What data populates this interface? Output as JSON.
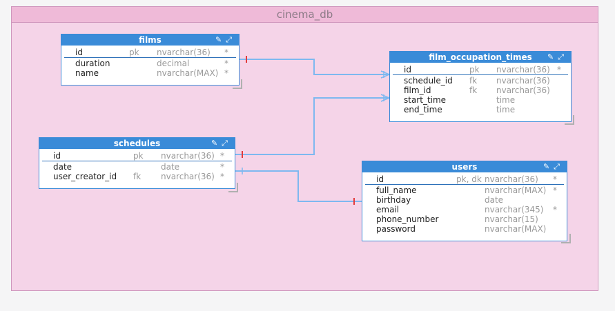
{
  "database": {
    "name": "cinema_db"
  },
  "header_icons": "✎⤢",
  "tables": {
    "films": {
      "name": "films",
      "columns": [
        {
          "name": "id",
          "key": "pk",
          "type": "nvarchar(36)",
          "nullable": "*"
        },
        {
          "name": "duration",
          "key": "",
          "type": "decimal",
          "nullable": "*"
        },
        {
          "name": "name",
          "key": "",
          "type": "nvarchar(MAX)",
          "nullable": "*"
        }
      ]
    },
    "film_occupation_times": {
      "name": "film_occupation_times",
      "columns": [
        {
          "name": "id",
          "key": "pk",
          "type": "nvarchar(36)",
          "nullable": "*"
        },
        {
          "name": "schedule_id",
          "key": "fk",
          "type": "nvarchar(36)",
          "nullable": ""
        },
        {
          "name": "film_id",
          "key": "fk",
          "type": "nvarchar(36)",
          "nullable": ""
        },
        {
          "name": "start_time",
          "key": "",
          "type": "time",
          "nullable": ""
        },
        {
          "name": "end_time",
          "key": "",
          "type": "time",
          "nullable": ""
        }
      ]
    },
    "schedules": {
      "name": "schedules",
      "columns": [
        {
          "name": "id",
          "key": "pk",
          "type": "nvarchar(36)",
          "nullable": "*"
        },
        {
          "name": "date",
          "key": "",
          "type": "date",
          "nullable": "*"
        },
        {
          "name": "user_creator_id",
          "key": "fk",
          "type": "nvarchar(36)",
          "nullable": "*"
        }
      ]
    },
    "users": {
      "name": "users",
      "columns": [
        {
          "name": "id",
          "key": "pk, dk",
          "type": "nvarchar(36)",
          "nullable": "*"
        },
        {
          "name": "full_name",
          "key": "",
          "type": "nvarchar(MAX)",
          "nullable": "*"
        },
        {
          "name": "birthday",
          "key": "",
          "type": "date",
          "nullable": ""
        },
        {
          "name": "email",
          "key": "",
          "type": "nvarchar(345)",
          "nullable": "*"
        },
        {
          "name": "phone_number",
          "key": "",
          "type": "nvarchar(15)",
          "nullable": ""
        },
        {
          "name": "password",
          "key": "",
          "type": "nvarchar(MAX)",
          "nullable": ""
        }
      ]
    }
  },
  "relationships": [
    {
      "from": "films.id",
      "to": "film_occupation_times.film_id",
      "type": "one-to-many"
    },
    {
      "from": "schedules.id",
      "to": "film_occupation_times.schedule_id",
      "type": "one-to-many"
    },
    {
      "from": "schedules.user_creator_id",
      "to": "users.id",
      "type": "many-to-one"
    }
  ],
  "colors": {
    "db_background": "#f5d4e8",
    "db_header": "#efbad8",
    "table_header": "#3a8bd8",
    "link": "#7db8f0",
    "one_marker": "#e23b3b"
  }
}
